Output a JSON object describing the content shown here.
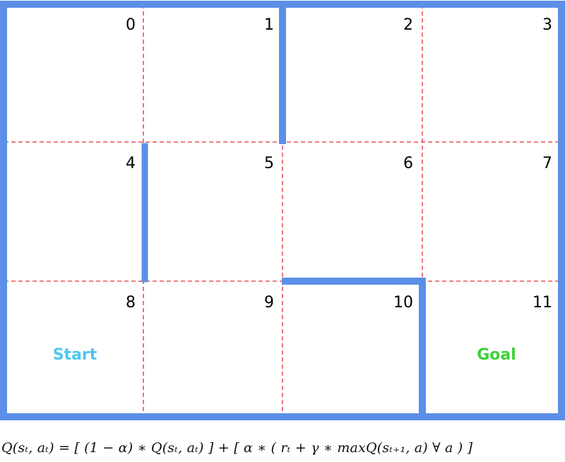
{
  "cells": [
    "0",
    "1",
    "2",
    "3",
    "4",
    "5",
    "6",
    "7",
    "8",
    "9",
    "10",
    "11"
  ],
  "start_label": "Start",
  "goal_label": "Goal",
  "formula": "Q(sₜ, aₜ) = [ (1 − α) ∗ Q(sₜ, aₜ) ] +  [ α ∗ ( rₜ  + γ ∗  maxQ(sₜ₊₁, a) ∀ a ) ]",
  "colors": {
    "wall": "#5b8fe8",
    "grid_line": "#e0303a",
    "start": "#4fc6ef",
    "goal": "#3ed13a"
  }
}
